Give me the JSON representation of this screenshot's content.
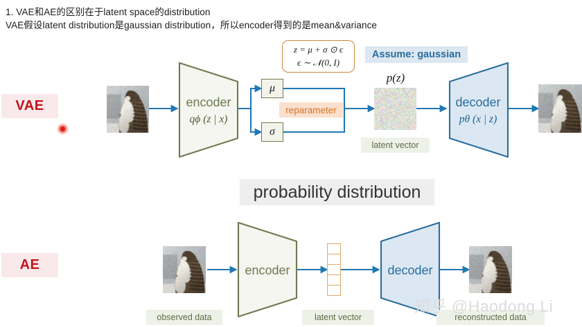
{
  "notes": {
    "line1": "1. VAE和AE的区别在于latent space的distribution",
    "line2": "VAE假设latent distribution是gaussian distribution，所以encoder得到的是mean&variance"
  },
  "sections": {
    "vae": {
      "label": "VAE"
    },
    "ae": {
      "label": "AE"
    }
  },
  "vae": {
    "encoder": {
      "title": "encoder",
      "formula": "qϕ (z | x)"
    },
    "decoder": {
      "title": "decoder",
      "formula": "pθ (x | z)"
    },
    "mu_box": "μ",
    "sigma_box": "σ",
    "reparameter_label": "reparameter",
    "callout": {
      "line1": "z = μ + σ ⊙ ϵ",
      "line2": "ϵ ∼ 𝒩(0, I)"
    },
    "assume_label": "Assume: gaussian",
    "pz_caption": "p(z)",
    "latent_vector_label": "latent vector"
  },
  "banner": {
    "probability_distribution": "probability distribution"
  },
  "ae": {
    "encoder": {
      "title": "encoder"
    },
    "decoder": {
      "title": "decoder"
    },
    "observed_data_label": "observed data",
    "latent_vector_label": "latent vector",
    "reconstructed_data_label": "reconstructed data",
    "latent_cell_count": 5
  },
  "watermark": {
    "text": "知乎 @Haodong Li"
  },
  "colors": {
    "encoder_stroke": "#6f7a51",
    "encoder_fill": "#f4f6ef",
    "decoder_stroke": "#2a6d9c",
    "decoder_fill": "#dbe8f4",
    "arrow": "#1f77b4",
    "callout_stroke": "#c98a3e",
    "accent_red": "#c0121c",
    "chip_pink": "#fae9ea",
    "latent_cell_stroke": "#e0a869",
    "green_chip_bg": "#eef1e8",
    "green_chip_text": "#5f6b43"
  },
  "icons": {
    "laser_pointer": "laser-dot-icon"
  }
}
